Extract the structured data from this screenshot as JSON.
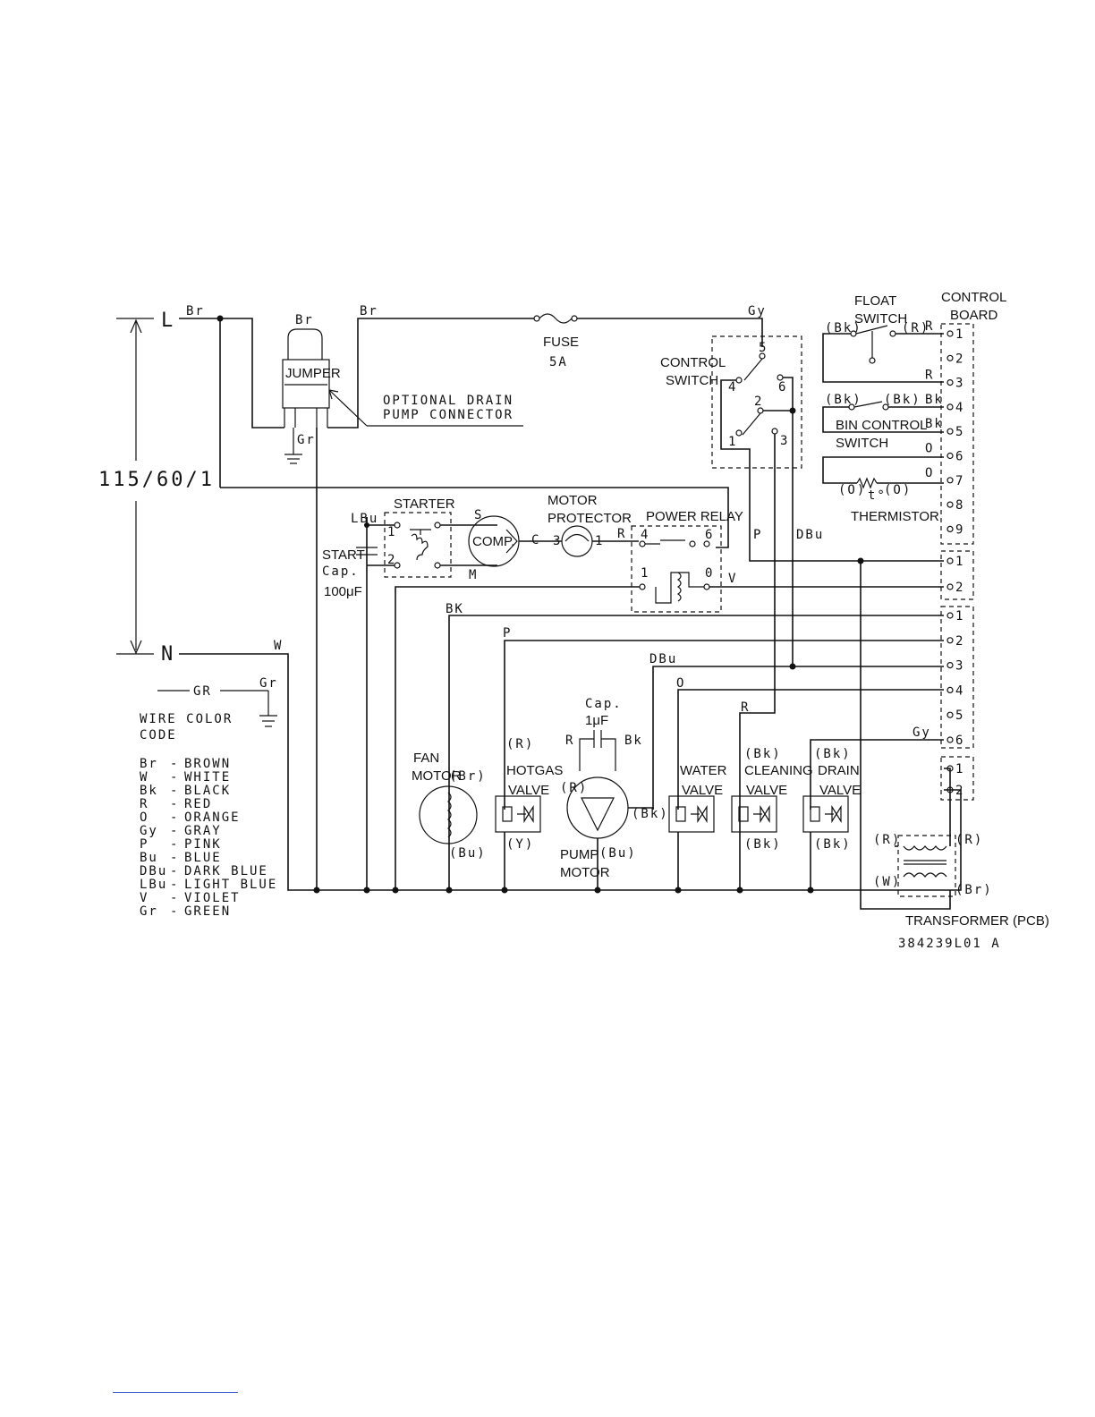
{
  "supply": {
    "line": "L",
    "neutral": "N",
    "ground": "GR",
    "rating": "115/60/1"
  },
  "wires": {
    "br1": "Br",
    "br2": "Br",
    "br3": "Br",
    "gr1": "Gr",
    "gr2": "Gr",
    "w": "W",
    "gy1": "Gy",
    "gy2": "Gy",
    "lbu": "LBu",
    "r1": "R",
    "v": "V",
    "p1": "P",
    "p2": "P",
    "dbu1": "DBu",
    "dbu2": "DBu",
    "bk": "BK",
    "o": "O",
    "r2": "R"
  },
  "components": {
    "jumper": "JUMPER",
    "drain_pump_connector": [
      "OPTIONAL DRAIN",
      "PUMP CONNECTOR"
    ],
    "fuse": [
      "FUSE",
      "5A"
    ],
    "control_switch": [
      "CONTROL",
      "SWITCH"
    ],
    "float_switch": [
      "FLOAT",
      "SWITCH"
    ],
    "control_board": [
      "CONTROL",
      "BOARD"
    ],
    "bin_control_switch": [
      "BIN CONTROL",
      "SWITCH"
    ],
    "thermistor": "THERMISTOR",
    "thermistor_symbol": "t°",
    "starter": "STARTER",
    "comp": "COMP.",
    "motor_protector": [
      "MOTOR",
      "PROTECTOR"
    ],
    "power_relay": "POWER RELAY",
    "start_cap": [
      "START",
      "Cap.",
      "100μF"
    ],
    "fan_motor": [
      "FAN",
      "MOTOR"
    ],
    "hotgas_valve": [
      "HOTGAS",
      "VALVE"
    ],
    "pump_cap": [
      "Cap.",
      "1μF"
    ],
    "pump_motor": [
      "PUMP",
      "MOTOR"
    ],
    "water_valve": [
      "WATER",
      "VALVE"
    ],
    "cleaning_valve": [
      "CLEANING",
      "VALVE"
    ],
    "drain_valve": [
      "DRAIN",
      "VALVE"
    ],
    "transformer": "TRANSFORMER (PCB)"
  },
  "pins": {
    "cs_1": "1",
    "cs_2": "2",
    "cs_3": "3",
    "cs_4": "4",
    "cs_5": "5",
    "cs_6": "6",
    "st_1": "1",
    "st_2": "2",
    "comp_s": "S",
    "comp_c": "C",
    "comp_m": "M",
    "mp_3": "3",
    "mp_1": "1",
    "pr_4": "4",
    "pr_6": "6",
    "pr_1": "1",
    "pr_0": "0"
  },
  "tags": {
    "fs_bk": "(Bk)",
    "fs_r": "(R)",
    "bin_bk1": "(Bk)",
    "bin_bk2": "(Bk)",
    "th_o1": "(O)",
    "th_o2": "(O)",
    "fan_br": "(Br)",
    "fan_bu": "(Bu)",
    "hg_r": "(R)",
    "hg_y": "(Y)",
    "pm_r": "(R)",
    "pm_bk": "(Bk)",
    "pm_bu": "(Bu)",
    "pm_cap_r": "R",
    "pm_cap_bk": "Bk",
    "cl_bk1": "(Bk)",
    "cl_bk2": "(Bk)",
    "dr_bk1": "(Bk)",
    "dr_bk2": "(Bk)",
    "tr_r1": "(R)",
    "tr_r2": "(R)",
    "tr_w": "(W)",
    "tr_br": "(Br)"
  },
  "board": {
    "group_a": {
      "pins": [
        "1",
        "2",
        "3",
        "4",
        "5",
        "6",
        "7",
        "8",
        "9"
      ],
      "wires": [
        "R",
        "",
        "R",
        "Bk",
        "Bk",
        "O",
        "O",
        "",
        ""
      ]
    },
    "group_b": [
      "1",
      "2"
    ],
    "group_c": [
      "1",
      "2",
      "3",
      "4",
      "5",
      "6"
    ],
    "group_d": [
      "1",
      "2"
    ]
  },
  "legend": {
    "title": [
      "WIRE COLOR",
      "CODE"
    ],
    "items": [
      {
        "code": "Br",
        "name": "BROWN"
      },
      {
        "code": "W",
        "name": "WHITE"
      },
      {
        "code": "Bk",
        "name": "BLACK"
      },
      {
        "code": "R",
        "name": "RED"
      },
      {
        "code": "O",
        "name": "ORANGE"
      },
      {
        "code": "Gy",
        "name": "GRAY"
      },
      {
        "code": "P",
        "name": "PINK"
      },
      {
        "code": "Bu",
        "name": "BLUE"
      },
      {
        "code": "DBu",
        "name": "DARK BLUE"
      },
      {
        "code": "LBu",
        "name": "LIGHT BLUE"
      },
      {
        "code": "V",
        "name": "VIOLET"
      },
      {
        "code": "Gr",
        "name": "GREEN"
      }
    ]
  },
  "part_number": "384239L01 A"
}
